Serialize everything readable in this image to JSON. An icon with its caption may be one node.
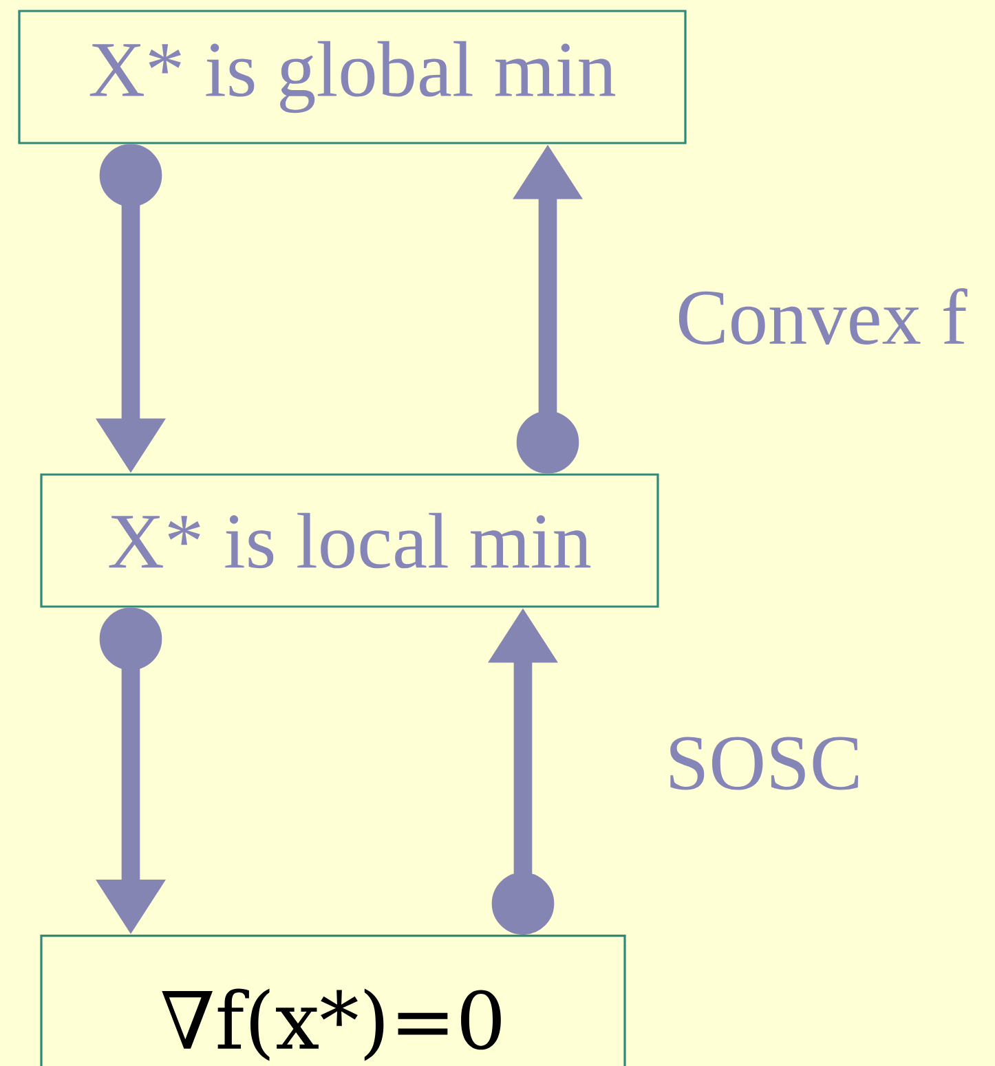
{
  "diagram": {
    "nodes": [
      {
        "text": [
          "X*  is global min"
        ]
      },
      {
        "text": [
          "X*  is local min"
        ]
      },
      {
        "text": [
          "∇f(x*)=0"
        ]
      }
    ],
    "edges": [
      {
        "from": 0,
        "to": 1,
        "arrow": "to"
      },
      {
        "from": 1,
        "to": 0,
        "arrow": "to",
        "label": "Convex f"
      },
      {
        "from": 1,
        "to": 2,
        "arrow": "to"
      },
      {
        "from": 2,
        "to": 1,
        "arrow": "to",
        "label": "SOSC"
      }
    ]
  }
}
